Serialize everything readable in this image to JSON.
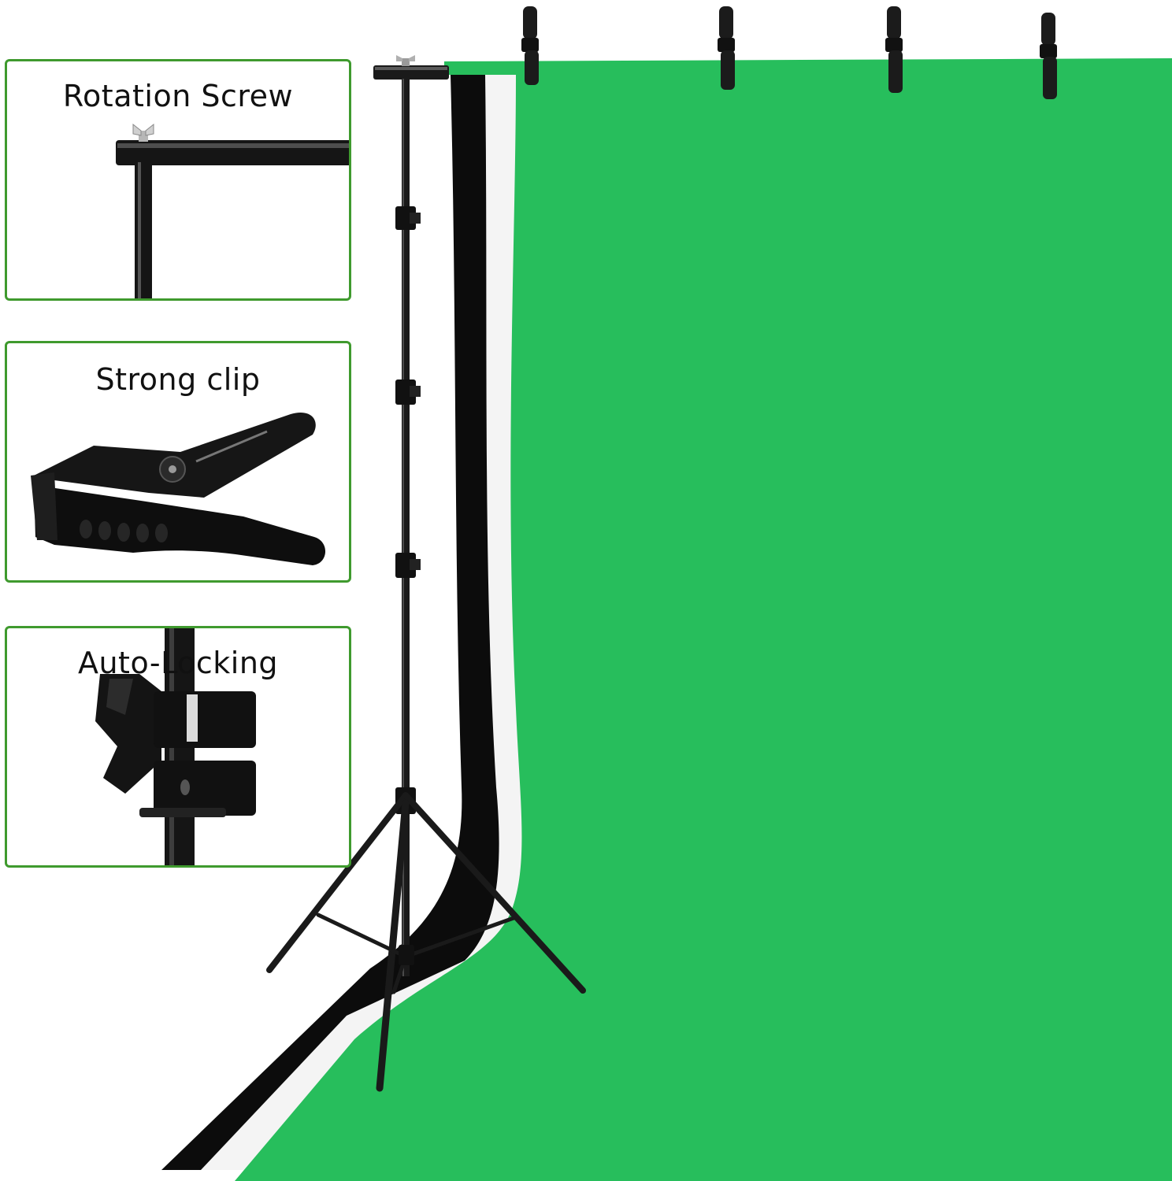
{
  "colors": {
    "panel_border": "#3f9a2e",
    "backdrop_green": "#27be5c",
    "backdrop_black": "#0c0c0c",
    "backdrop_white": "#f4f4f4",
    "stand_metal": "#1a1a1a"
  },
  "panels": [
    {
      "id": "rotation",
      "title": "Rotation Screw"
    },
    {
      "id": "clip",
      "title": "Strong clip"
    },
    {
      "id": "lock",
      "title": "Auto-Locking"
    }
  ]
}
